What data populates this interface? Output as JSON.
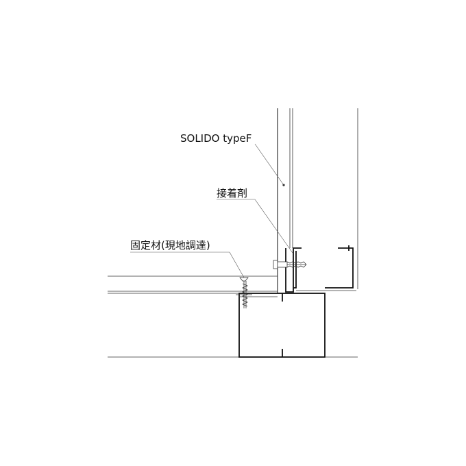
{
  "labels": {
    "panel": "SOLIDO typeF",
    "adhesive": "接着剤",
    "fixing": "固定材(現地調達)"
  }
}
